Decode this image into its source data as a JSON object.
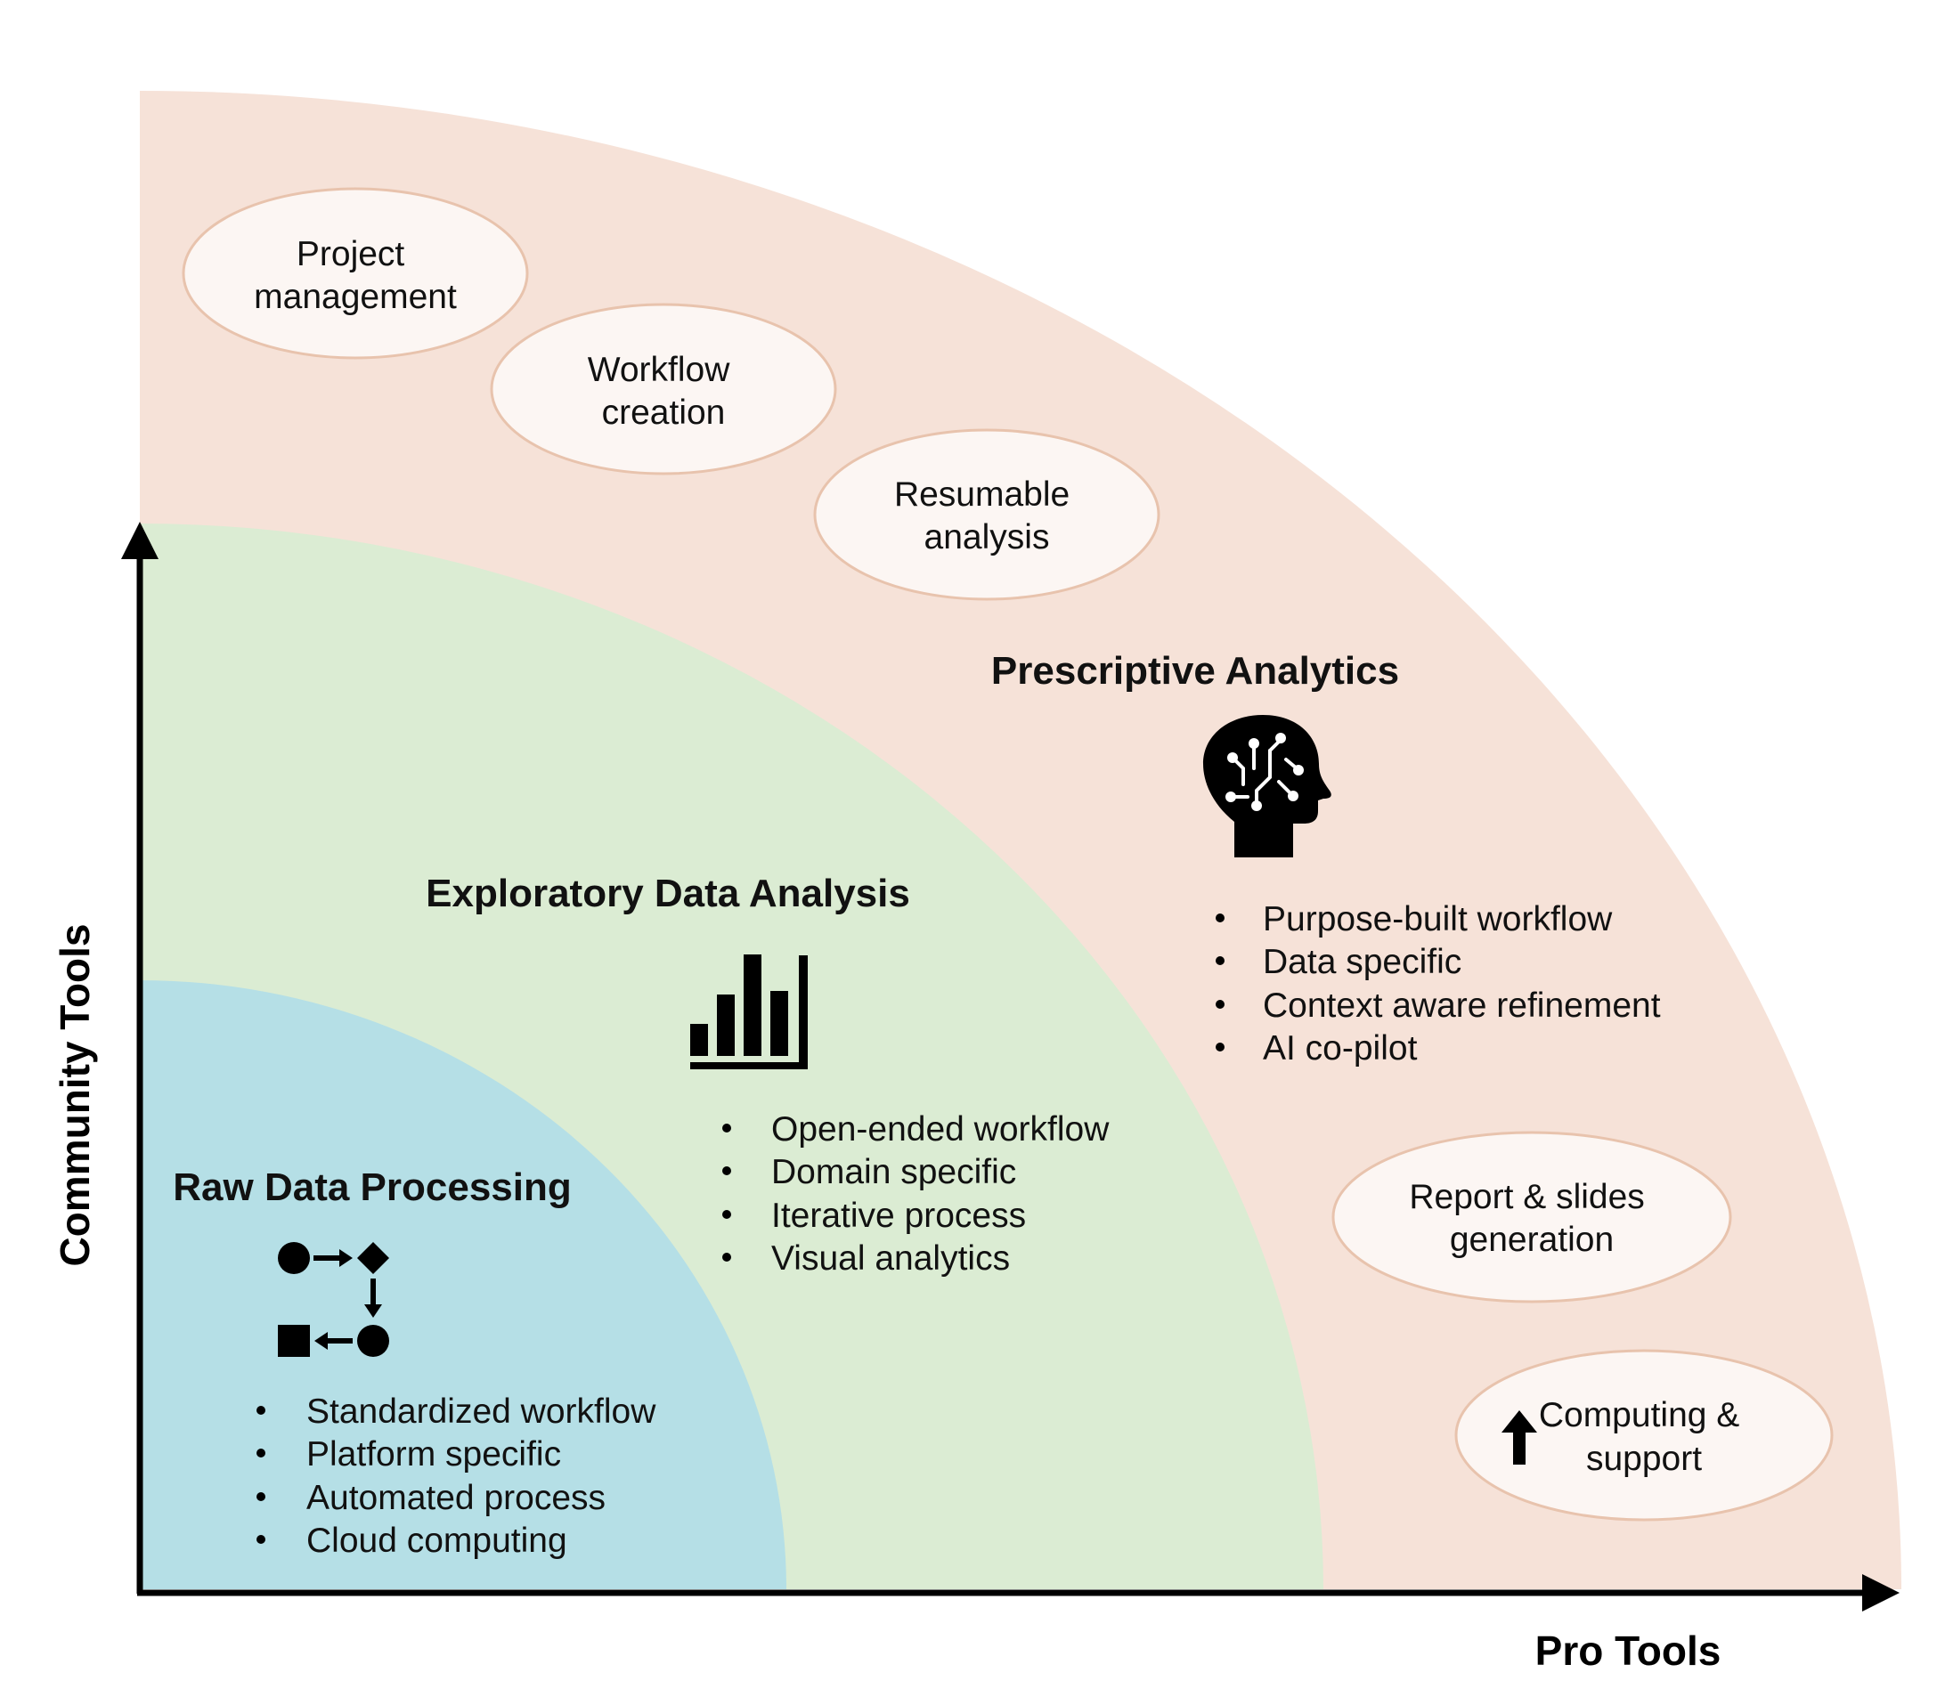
{
  "colors": {
    "outer": "#f6e2d8",
    "middle": "#dbecd3",
    "inner": "#b5dfe6",
    "bubble_fill": "#fcf6f3",
    "bubble_stroke": "#e8c3ad",
    "axis": "#000000"
  },
  "axes": {
    "x_label": "Pro Tools",
    "y_label": "Community Tools"
  },
  "zones": {
    "raw": {
      "title": "Raw Data Processing",
      "icon": "workflow-shapes-icon",
      "bullets": [
        "Standardized workflow",
        "Platform specific",
        "Automated process",
        "Cloud computing"
      ]
    },
    "eda": {
      "title": "Exploratory Data Analysis",
      "icon": "bar-chart-icon",
      "bullets": [
        "Open-ended workflow",
        "Domain specific",
        "Iterative process",
        "Visual analytics"
      ]
    },
    "prescriptive": {
      "title": "Prescriptive Analytics",
      "icon": "ai-head-icon",
      "bullets": [
        "Purpose-built workflow",
        "Data specific",
        "Context aware refinement",
        "AI co-pilot"
      ]
    }
  },
  "bubbles": {
    "project": [
      "Project",
      "management"
    ],
    "workflow": [
      "Workflow",
      "creation"
    ],
    "resumable": [
      "Resumable",
      "analysis"
    ],
    "report": [
      "Report & slides",
      "generation"
    ],
    "computing": [
      "Computing &",
      "support"
    ]
  },
  "bubble_icons": {
    "computing": "up-arrow-icon"
  }
}
